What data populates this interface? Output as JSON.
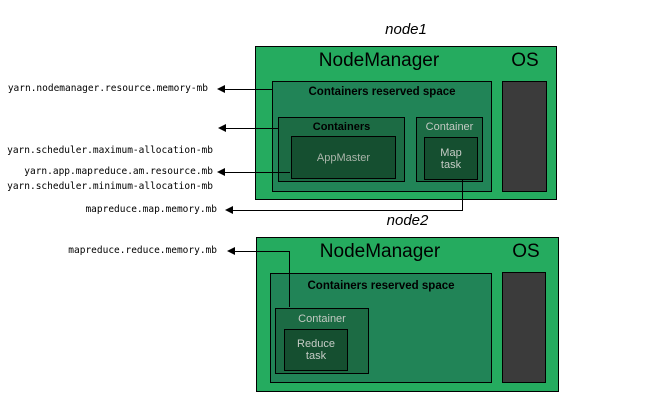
{
  "colors": {
    "node_bg": "#25ab5f",
    "reserved_bg": "#218457",
    "container_bg": "#1c6b44",
    "task_bg": "#154f30",
    "os_block_bg": "#3b3b3b",
    "border": "#000000",
    "light_text": "#c6ccc6",
    "muted_text": "#aab5aa"
  },
  "config_labels": {
    "nodemanager_resource": "yarn.nodemanager.resource.memory-mb",
    "scheduler_max": "yarn.scheduler.maximum-allocation-mb",
    "scheduler_min": "yarn.scheduler.minimum-allocation-mb",
    "am_resource": "yarn.app.mapreduce.am.resource.mb",
    "map_memory": "mapreduce.map.memory.mb",
    "reduce_memory": "mapreduce.reduce.memory.mb"
  },
  "node1": {
    "title": "node1",
    "nodemanager": "NodeManager",
    "os": "OS",
    "reserved": "Containers reserved space",
    "containers": "Containers",
    "appmaster": "AppMaster",
    "container": "Container",
    "map_task": "Map\ntask"
  },
  "node2": {
    "title": "node2",
    "nodemanager": "NodeManager",
    "os": "OS",
    "reserved": "Containers reserved space",
    "container": "Container",
    "reduce_task": "Reduce\ntask"
  }
}
